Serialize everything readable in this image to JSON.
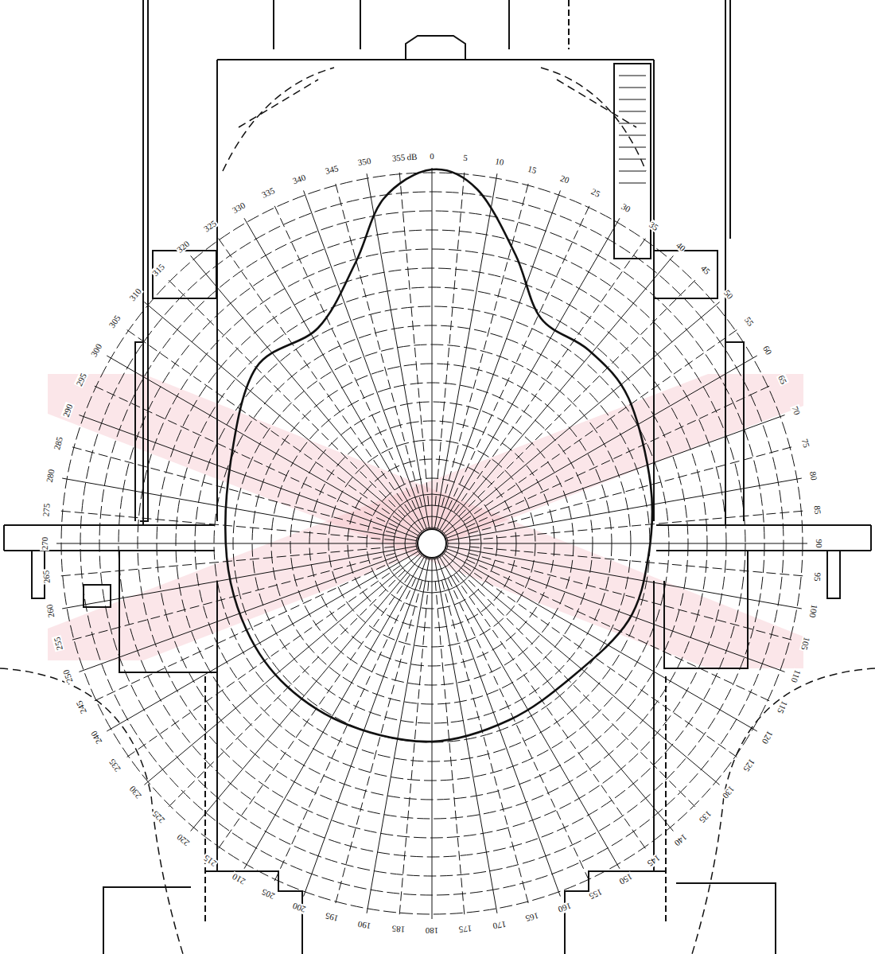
{
  "diagram": {
    "labels": [
      "dB",
      "0",
      "5",
      "10",
      "15",
      "20",
      "25",
      "30",
      "35",
      "40",
      "45",
      "50",
      "55",
      "60",
      "65",
      "70",
      "75",
      "80",
      "85",
      "90",
      "95",
      "100",
      "105",
      "110",
      "115",
      "120",
      "125",
      "130",
      "135",
      "140",
      "145",
      "150",
      "155",
      "160",
      "165",
      "170",
      "175",
      "180",
      "185",
      "190",
      "195",
      "200",
      "205",
      "210",
      "215",
      "220",
      "225",
      "230",
      "235",
      "240",
      "245",
      "250",
      "255",
      "260",
      "265",
      "270",
      "275",
      "280",
      "285",
      "290",
      "295",
      "300",
      "305",
      "310",
      "315",
      "320",
      "325",
      "330",
      "335",
      "340",
      "345",
      "350",
      "355"
    ]
  }
}
